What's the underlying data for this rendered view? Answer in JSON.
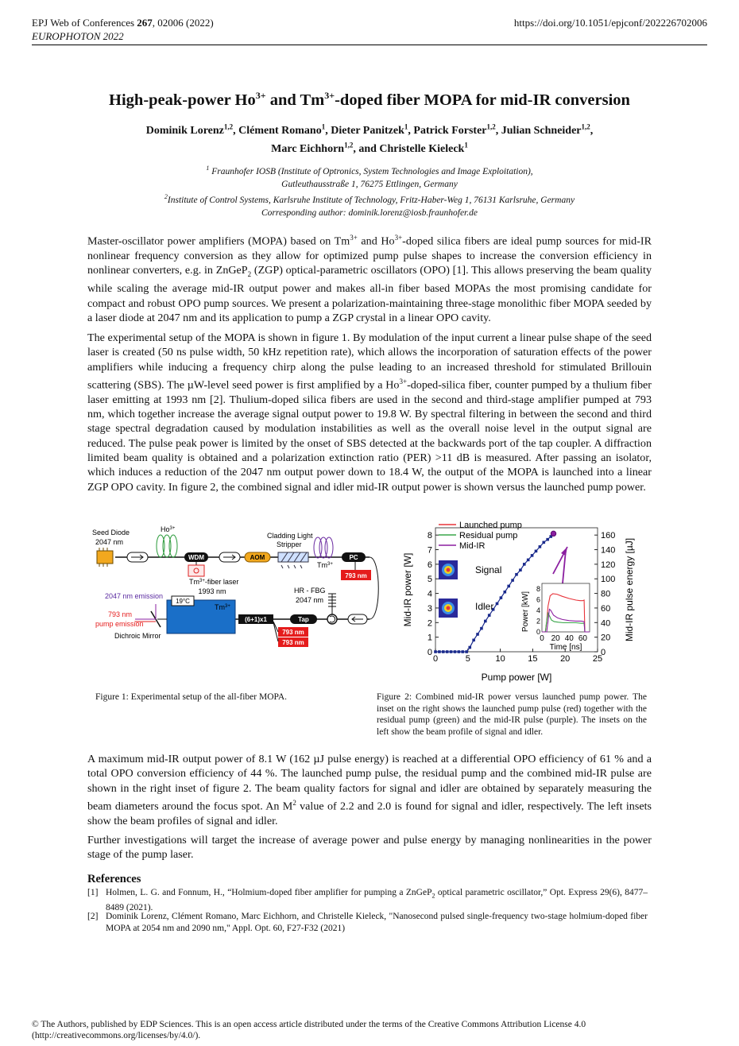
{
  "header": {
    "journal_prefix": "EPJ Web of Conferences ",
    "volume": "267",
    "article": ", 02006 (2022)",
    "conference": "EUROPHOTON 2022",
    "doi": "https://doi.org/10.1051/epjconf/202226702006"
  },
  "title": {
    "p1": "High-peak-power Ho",
    "sup1": "3+",
    "p2": " and Tm",
    "sup2": "3+",
    "p3": "-doped fiber MOPA for mid-IR conversion"
  },
  "authors": [
    {
      "name": "Dominik Lorenz",
      "aff": "1,2",
      "sep": ", "
    },
    {
      "name": "Clément Romano",
      "aff": "1",
      "sep": ", "
    },
    {
      "name": "Dieter Panitzek",
      "aff": "1",
      "sep": ", "
    },
    {
      "name": "Patrick Forster",
      "aff": "1,2",
      "sep": ", "
    },
    {
      "name": "Julian Schneider",
      "aff": "1,2",
      "sep": ","
    },
    {
      "name": "Marc Eichhorn",
      "aff": "1,2",
      "sep": ", and "
    },
    {
      "name": "Christelle Kieleck",
      "aff": "1",
      "sep": ""
    }
  ],
  "affiliations": {
    "a1_mark": "1",
    "a1_line1": " Fraunhofer IOSB (Institute of Optronics, System Technologies and Image Exploitation),",
    "a1_line2": "Gutleuthausstraße 1, 76275 Ettlingen, Germany",
    "a2_mark": "2",
    "a2_line": "Institute of Control Systems, Karlsruhe Institute of Technology, Fritz-Haber-Weg 1, 76131 Karlsruhe, Germany"
  },
  "corresponding": "Corresponding author: dominik.lorenz@iosb.fraunhofer.de",
  "para1": {
    "t1": "Master-oscillator power amplifiers (MOPA) based on Tm",
    "s1": "3+",
    "t2": " and Ho",
    "s2": "3+",
    "t3": "-doped silica fibers are ideal pump sources for mid-IR nonlinear frequency conversion as they allow for optimized pump pulse shapes to increase the conversion efficiency in nonlinear converters, e.g. in ZnGeP",
    "sub1": "2",
    "t4": " (ZGP) optical-parametric oscillators (OPO) [1]. This allows preserving the beam quality while scaling the average mid-IR output power and makes all-in fiber based MOPAs the most promising candidate for compact and robust OPO pump sources. We present a polarization-maintaining three-stage monolithic fiber MOPA seeded by a laser diode at 2047 nm and its application to pump a ZGP crystal in a linear OPO cavity."
  },
  "para2": {
    "t1": "The experimental setup of the MOPA is shown in figure 1. By modulation of the input current a linear pulse shape of the seed laser is created (50 ns pulse width, 50 kHz repetition rate), which allows the incorporation of saturation effects of the power amplifiers while inducing a frequency chirp along the pulse leading to an increased threshold for stimulated Brillouin scattering (SBS). The µW-level seed power is first amplified by a Ho",
    "s1": "3+",
    "t2": "-doped-silica fiber, counter pumped by a thulium fiber laser emitting at 1993 nm [2]. Thulium-doped silica fibers are used in the second and third-stage amplifier pumped at 793 nm, which together increase the average signal output power to 19.8 W. By spectral filtering in between the second and third stage spectral degradation caused by modulation instabilities as well as the overall noise level in the output signal are reduced. The pulse peak power is limited by the onset of SBS detected at the backwards port of the tap coupler. A diffraction limited beam quality is obtained and a polarization extinction ratio (PER) >11 dB is measured. After passing an isolator, which induces a reduction of the 2047 nm output power down to 18.4 W, the output of the MOPA is launched into a linear ZGP OPO cavity. In figure 2, the combined signal and idler mid-IR output power is shown versus the launched pump power."
  },
  "fig1": {
    "caption": "Figure 1: Experimental setup of the all-fiber MOPA.",
    "labels": {
      "seed_diode": "Seed Diode",
      "seed_wl": "2047 nm",
      "ho": "Ho",
      "ion_sup": "3+",
      "wdm": "WDM",
      "aom": "AOM",
      "cladding1": "Cladding Light",
      "cladding2": "Stripper",
      "pc": "PC",
      "tm": "Tm",
      "tm_laser_a": "Tm",
      "tm_laser_b": "-fiber laser",
      "tm_laser_wl": "1993 nm",
      "emission_2047": "2047 nm emission",
      "temp": "19°C",
      "emission_793_a": "793 nm",
      "emission_793_b": "pump emission",
      "dichroic": "Dichroic Mirror",
      "hr_fbg": "HR - FBG",
      "hr_wl": "2047 nm",
      "combiner": "(6+1)x1",
      "tap": "Tap",
      "pump": "793 nm"
    }
  },
  "fig2": {
    "caption": "Figure 2: Combined mid-IR power versus launched pump power. The inset on the right shows the launched pump pulse (red) together with the residual pump (green) and the mid-IR pulse (purple). The insets on the left show the beam profile of signal and idler.",
    "labels": {
      "signal": "Signal",
      "idler": "Idler"
    },
    "inset": {
      "xlabel": "Time [ns]",
      "ylabel": "Power [kW]",
      "xticks": [
        "0",
        "20",
        "40",
        "60"
      ],
      "yticks": [
        "0",
        "2",
        "4",
        "6",
        "8"
      ]
    }
  },
  "chart_data": {
    "type": "scatter",
    "xlabel": "Pump power [W]",
    "ylabel": "Mid-IR power [W]",
    "y2label": "Mid-IR pulse energy [µJ]",
    "xlim": [
      0,
      25
    ],
    "ylim": [
      0,
      8.5
    ],
    "y2lim": [
      0,
      170
    ],
    "xticks": [
      0,
      5,
      10,
      15,
      20,
      25
    ],
    "yticks": [
      0,
      1,
      2,
      3,
      4,
      5,
      6,
      7,
      8
    ],
    "y2ticks": [
      0,
      20,
      40,
      60,
      80,
      100,
      120,
      140,
      160
    ],
    "legend": [
      "Launched pump",
      "Residual pump",
      "Mid-IR"
    ],
    "legend_colors": [
      "#e8333a",
      "#3aa64a",
      "#8b1fa0"
    ],
    "series": [
      {
        "color": "#1a2a8c",
        "x": [
          0.0,
          0.6,
          1.2,
          1.8,
          2.4,
          3.0,
          3.6,
          4.2,
          4.8,
          5.3,
          5.9,
          6.5,
          7.1,
          7.7,
          8.3,
          8.9,
          9.5,
          10.1,
          10.7,
          11.3,
          11.9,
          12.5,
          13.1,
          13.7,
          14.3,
          14.9,
          15.5,
          16.1,
          16.7,
          17.3,
          17.8,
          18.2
        ],
        "y": [
          0.0,
          0.0,
          0.0,
          0.0,
          0.0,
          0.0,
          0.0,
          0.0,
          0.0,
          0.3,
          0.8,
          1.2,
          1.6,
          2.1,
          2.5,
          2.9,
          3.3,
          3.7,
          4.1,
          4.5,
          4.9,
          5.3,
          5.6,
          6.0,
          6.3,
          6.6,
          6.9,
          7.2,
          7.5,
          7.7,
          7.9,
          8.1
        ]
      }
    ],
    "max_point": {
      "x": 18.2,
      "y": 8.1
    }
  },
  "inset_data": {
    "type": "line",
    "xlim": [
      0,
      70
    ],
    "ylim": [
      0,
      9
    ],
    "series": [
      {
        "name": "Launched pump",
        "color": "#e8333a",
        "x": [
          0,
          5,
          7,
          9,
          12,
          16,
          22,
          30,
          40,
          50,
          56,
          60,
          62,
          63,
          70
        ],
        "y": [
          0,
          0,
          2.0,
          4.8,
          6.7,
          7.1,
          7.0,
          6.6,
          6.2,
          5.9,
          5.8,
          5.8,
          5.9,
          0,
          0
        ]
      },
      {
        "name": "Residual pump",
        "color": "#3aa64a",
        "x": [
          0,
          5,
          7,
          9,
          11,
          14,
          18,
          24,
          32,
          40,
          50,
          58,
          62,
          63,
          70
        ],
        "y": [
          0,
          0,
          2.0,
          3.5,
          3.0,
          2.2,
          1.9,
          1.8,
          1.7,
          1.7,
          1.7,
          1.6,
          1.6,
          0,
          0
        ]
      },
      {
        "name": "Mid-IR",
        "color": "#8b1fa0",
        "x": [
          0,
          7,
          9,
          11,
          13,
          17,
          23,
          30,
          40,
          50,
          58,
          62,
          63,
          70
        ],
        "y": [
          0,
          0,
          2.0,
          4.2,
          4.0,
          3.1,
          2.6,
          2.3,
          2.1,
          2.0,
          2.0,
          1.9,
          0,
          0
        ]
      }
    ]
  },
  "para3": {
    "t1": "A maximum mid-IR output power of 8.1 W (162 µJ pulse energy) is reached at a differential OPO efficiency of 61 % and a total OPO conversion efficiency of 44 %. The launched pump pulse, the residual pump and the combined mid-IR pulse are shown in the right inset of figure 2. The beam quality factors for signal and idler are obtained by separately measuring the beam diameters around the focus spot. An M",
    "s1": "2",
    "t2": " value of 2.2 and 2.0 is found for signal and idler, respectively. The left insets show the beam profiles of signal and idler."
  },
  "para4": "Further investigations will target the increase of average power and pulse energy by managing nonlinearities in the power stage of the pump laser.",
  "references": {
    "heading": "References",
    "r1_num": "[1]",
    "r1_a": "Holmen, L. G. and Fonnum, H., “Holmium-doped fiber amplifier for pumping a ZnGeP",
    "r1_sub": "2",
    "r1_b": " optical parametric oscillator,” Opt. Express 29(6), 8477–8489 (2021).",
    "r2_num": "[2]",
    "r2": "Dominik Lorenz, Clément Romano, Marc Eichhorn, and Christelle Kieleck, \"Nanosecond pulsed single-frequency two-stage holmium-doped fiber MOPA at 2054 nm and 2090 nm,\" Appl. Opt. 60, F27-F32 (2021)"
  },
  "footer": {
    "line1": "© The Authors, published by EDP Sciences. This is an open access article distributed under the terms of the Creative Commons Attribution License 4.0",
    "line2": "(http://creativecommons.org/licenses/by/4.0/)."
  }
}
